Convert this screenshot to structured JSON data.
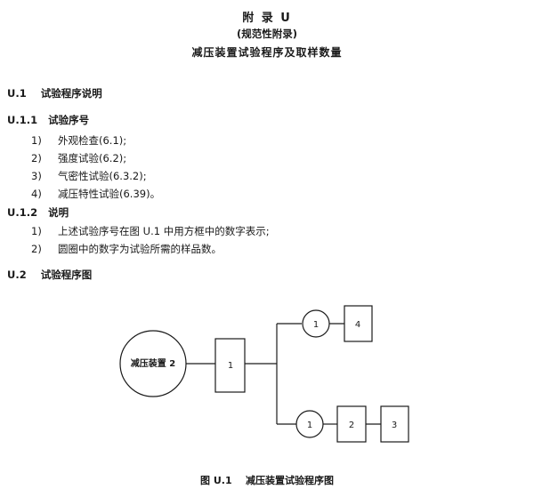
{
  "header": {
    "title": "附 录 U",
    "subtitle": "(规范性附录)",
    "heading": "减压装置试验程序及取样数量"
  },
  "sections": {
    "s1": {
      "num": "U.1",
      "title": "试验程序说明"
    },
    "s11": {
      "num": "U.1.1",
      "title": "试验序号",
      "items": [
        {
          "n": "1)",
          "text": "外观检查(6.1);"
        },
        {
          "n": "2)",
          "text": "强度试验(6.2);"
        },
        {
          "n": "3)",
          "text": "气密性试验(6.3.2);"
        },
        {
          "n": "4)",
          "text": "减压特性试验(6.39)。"
        }
      ]
    },
    "s12": {
      "num": "U.1.2",
      "title": "说明",
      "items": [
        {
          "n": "1)",
          "text": "上述试验序号在图 U.1 中用方框中的数字表示;"
        },
        {
          "n": "2)",
          "text": "圆圈中的数字为试验所需的样品数。"
        }
      ]
    },
    "s2": {
      "num": "U.2",
      "title": "试验程序图"
    }
  },
  "diagram": {
    "device": "减压装置 2",
    "box1": "1",
    "circle_top": "1",
    "box4": "4",
    "circle_bottom": "1",
    "box2": "2",
    "box3": "3"
  },
  "caption": {
    "label": "图 U.1",
    "text": "减压装置试验程序图"
  }
}
